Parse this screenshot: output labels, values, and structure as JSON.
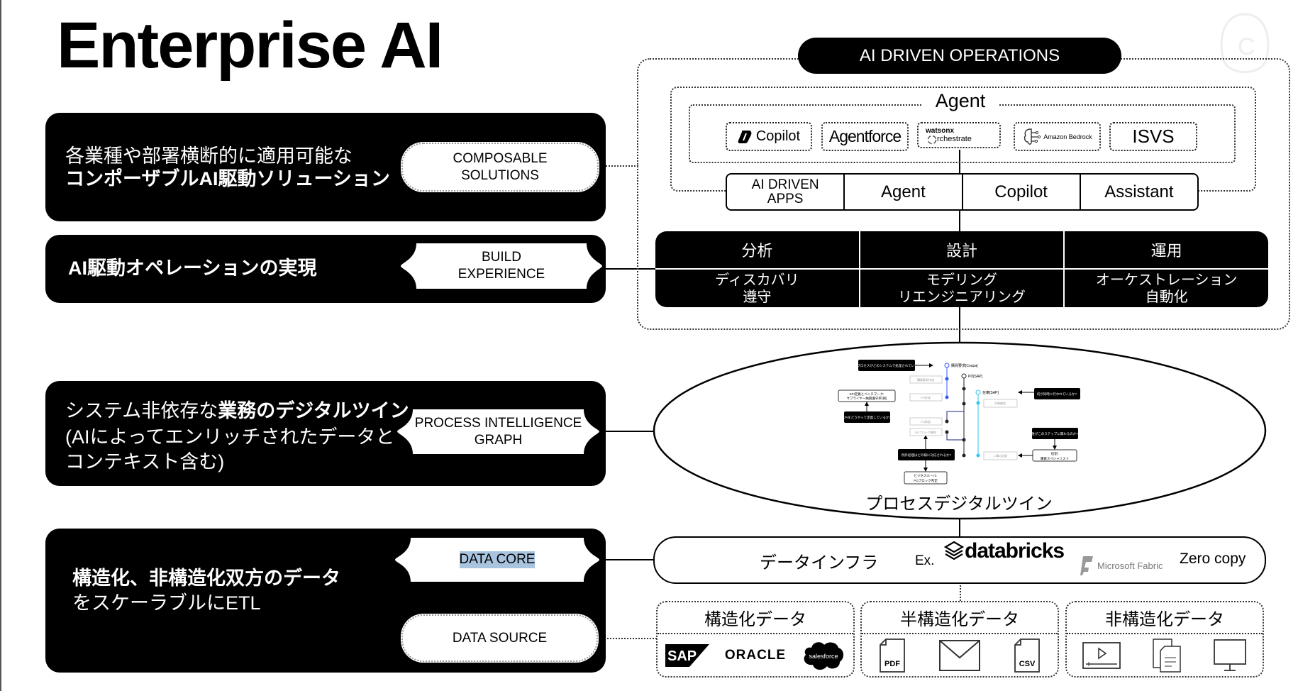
{
  "title": "Enterprise AI",
  "left_panels": [
    {
      "line1": "各業種や部署横断的に適用可能な",
      "line2_bold": "コンポーザブルAI駆動ソリューション",
      "tag": [
        "COMPOSABLE",
        "SOLUTIONS"
      ]
    },
    {
      "line1_bold": "AI駆動オペレーションの実現",
      "tag": [
        "BUILD",
        "EXPERIENCE"
      ]
    },
    {
      "line1_regular": "システム非依存な",
      "line1_bold": "業務のデジタルツイン",
      "line2": "(AIによってエンリッチされたデータと",
      "line3": "コンテキスト含む)",
      "tag": [
        "PROCESS INTELLIGENCE",
        "GRAPH"
      ]
    },
    {
      "line1_bold": "構造化、非構造化双方のデータ",
      "line2": "をスケーラブルにETL",
      "tag_core": "DATA CORE",
      "tag_source": "DATA SOURCE"
    }
  ],
  "operations": {
    "header": "AI DRIVEN OPERATIONS",
    "agent_label": "Agent",
    "vendors": [
      {
        "name": "Copilot",
        "icon": "copilot-logo-icon"
      },
      {
        "name": "Agentforce"
      },
      {
        "top": "watsonx",
        "name": "rchestrate",
        "icon": "orchestrate-o-icon"
      },
      {
        "name": "Amazon Bedrock",
        "icon": "brain-circuit-icon"
      },
      {
        "name": "ISVS"
      }
    ],
    "apps": [
      "AI DRIVEN",
      "APPS",
      "Agent",
      "Copilot",
      "Assistant"
    ],
    "phases": [
      {
        "title": "分析",
        "lines": [
          "ディスカバリ",
          "遵守"
        ]
      },
      {
        "title": "設計",
        "lines": [
          "モデリング",
          "リエンジニアリング"
        ]
      },
      {
        "title": "運用",
        "lines": [
          "オーケストレーション",
          "自動化"
        ]
      }
    ]
  },
  "twin": {
    "label": "プロセスデジタルツイン",
    "diagram": {
      "q_systems": "どのプロセスがどのシステムで処理されているか?",
      "q_kpi": "KPIをどうやって定義しているか?",
      "kpi_def": [
        "KPI定義とベンチマーク:",
        "サプライヤー納期遵守率(例)"
      ],
      "q_parallel": "何が同時に行われているか?",
      "q_exception": "例外処理はどの様に対応されるか?",
      "q_who": "誰がこのステップに関わるのか?",
      "rule": [
        "ビジネスルール:",
        "POブロック判定"
      ],
      "role": [
        "役割:",
        "購買スペシャリスト"
      ],
      "obj_req": "購買要求[Coupa]",
      "obj_po": "PO[SAP]",
      "obj_stock": "在庫[SAP]",
      "act_req": "購買要求作成",
      "act_po": "PO作成",
      "act_approve": "PO承認",
      "act_unblock": "POブロック解除",
      "act_stock": "在庫確認",
      "act_receipt": "入庫の記録",
      "colors": {
        "coupa": "#3355ff",
        "po": "#222222",
        "stock": "#33c6f0",
        "branch": "#1a237e"
      }
    }
  },
  "infra": {
    "label": "データインフラ",
    "ex": "Ex.",
    "databricks": "databricks",
    "fabric": "Microsoft Fabric",
    "zero_copy": "Zero copy"
  },
  "data_categories": [
    {
      "title": "構造化データ",
      "items": [
        "SAP",
        "ORACLE",
        "salesforce"
      ]
    },
    {
      "title": "半構造化データ",
      "items": [
        "PDF",
        "mail-icon",
        "CSV"
      ]
    },
    {
      "title": "非構造化データ",
      "items": [
        "video-icon",
        "document-icon",
        "monitor-icon"
      ]
    }
  ],
  "colors": {
    "panel": "#000000",
    "highlight": "#a9c4de",
    "databricks": "#000000"
  }
}
